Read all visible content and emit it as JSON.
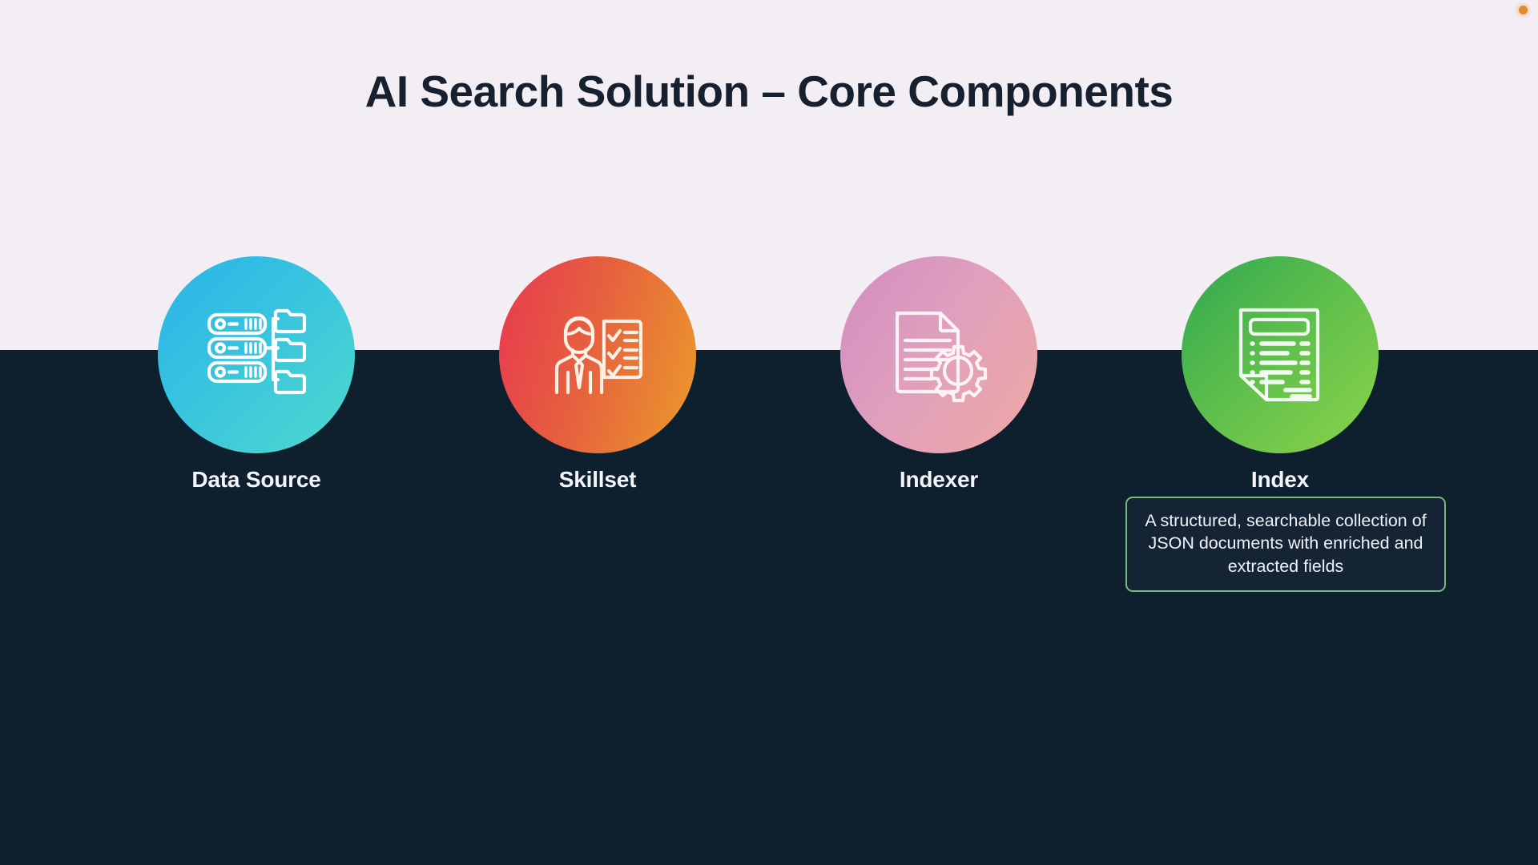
{
  "slide": {
    "title": "AI Search Solution – Core Components",
    "background_top_color": "#f2eef4",
    "background_bottom_color": "#0e1f2e",
    "title_color": "#16202e"
  },
  "accent": {
    "dot_color": "#e08a2e"
  },
  "components": [
    {
      "id": "data-source",
      "label": "Data Source",
      "icon": "server-folders-icon",
      "gradient_from": "#2ab3e8",
      "gradient_to": "#4fd9cd"
    },
    {
      "id": "skillset",
      "label": "Skillset",
      "icon": "person-checklist-icon",
      "gradient_from": "#e8384f",
      "gradient_to": "#eb9b2a"
    },
    {
      "id": "indexer",
      "label": "Indexer",
      "icon": "document-gear-icon",
      "gradient_from": "#d995c4",
      "gradient_to": "#eda5a3"
    },
    {
      "id": "index",
      "label": "Index",
      "icon": "index-document-icon",
      "gradient_from": "#2fa84f",
      "gradient_to": "#8cd34a"
    }
  ],
  "callout": {
    "text": "A structured, searchable collection of JSON documents with enriched and extracted fields",
    "border_color": "#7cb77e",
    "background_color": "#152434",
    "attached_to": "index"
  }
}
